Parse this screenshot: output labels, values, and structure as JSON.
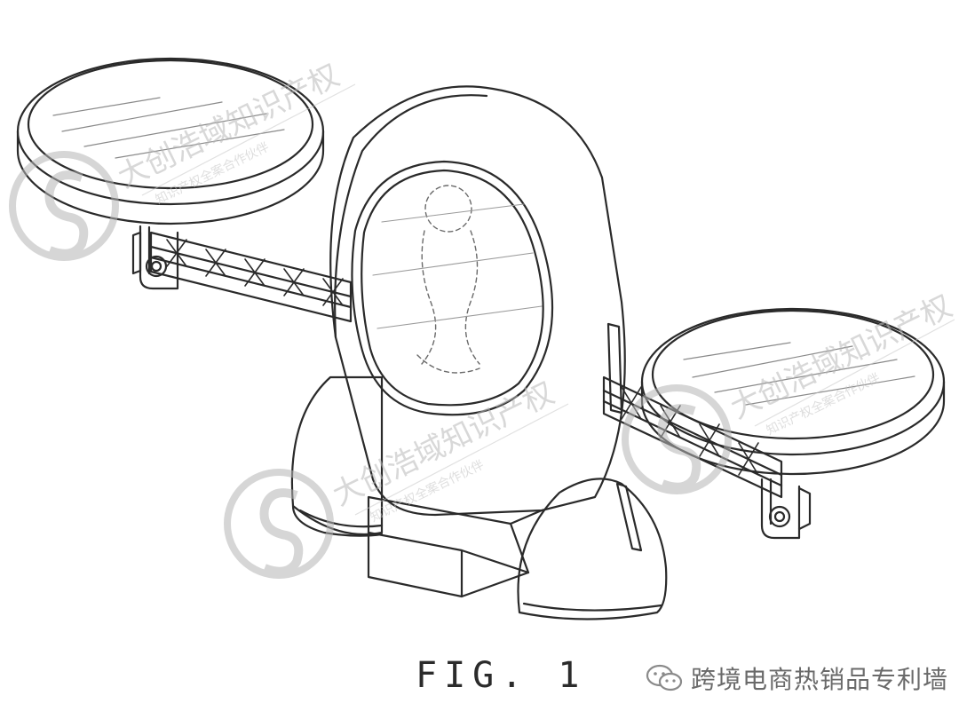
{
  "figure": {
    "caption": "FIG. 1"
  },
  "watermark": {
    "brand": "大创浩域知识产权",
    "tagline": "知识产权全案合作伙伴",
    "logo_icon": "s-seal-logo-icon"
  },
  "footer": {
    "account_name": "跨境电商热销品专利墙",
    "icon": "wechat-official-account-icon"
  },
  "colors": {
    "line": "#2a2a2a",
    "hatch": "#8a8a8a",
    "watermark": "#c0c0c0",
    "background": "#ffffff"
  }
}
